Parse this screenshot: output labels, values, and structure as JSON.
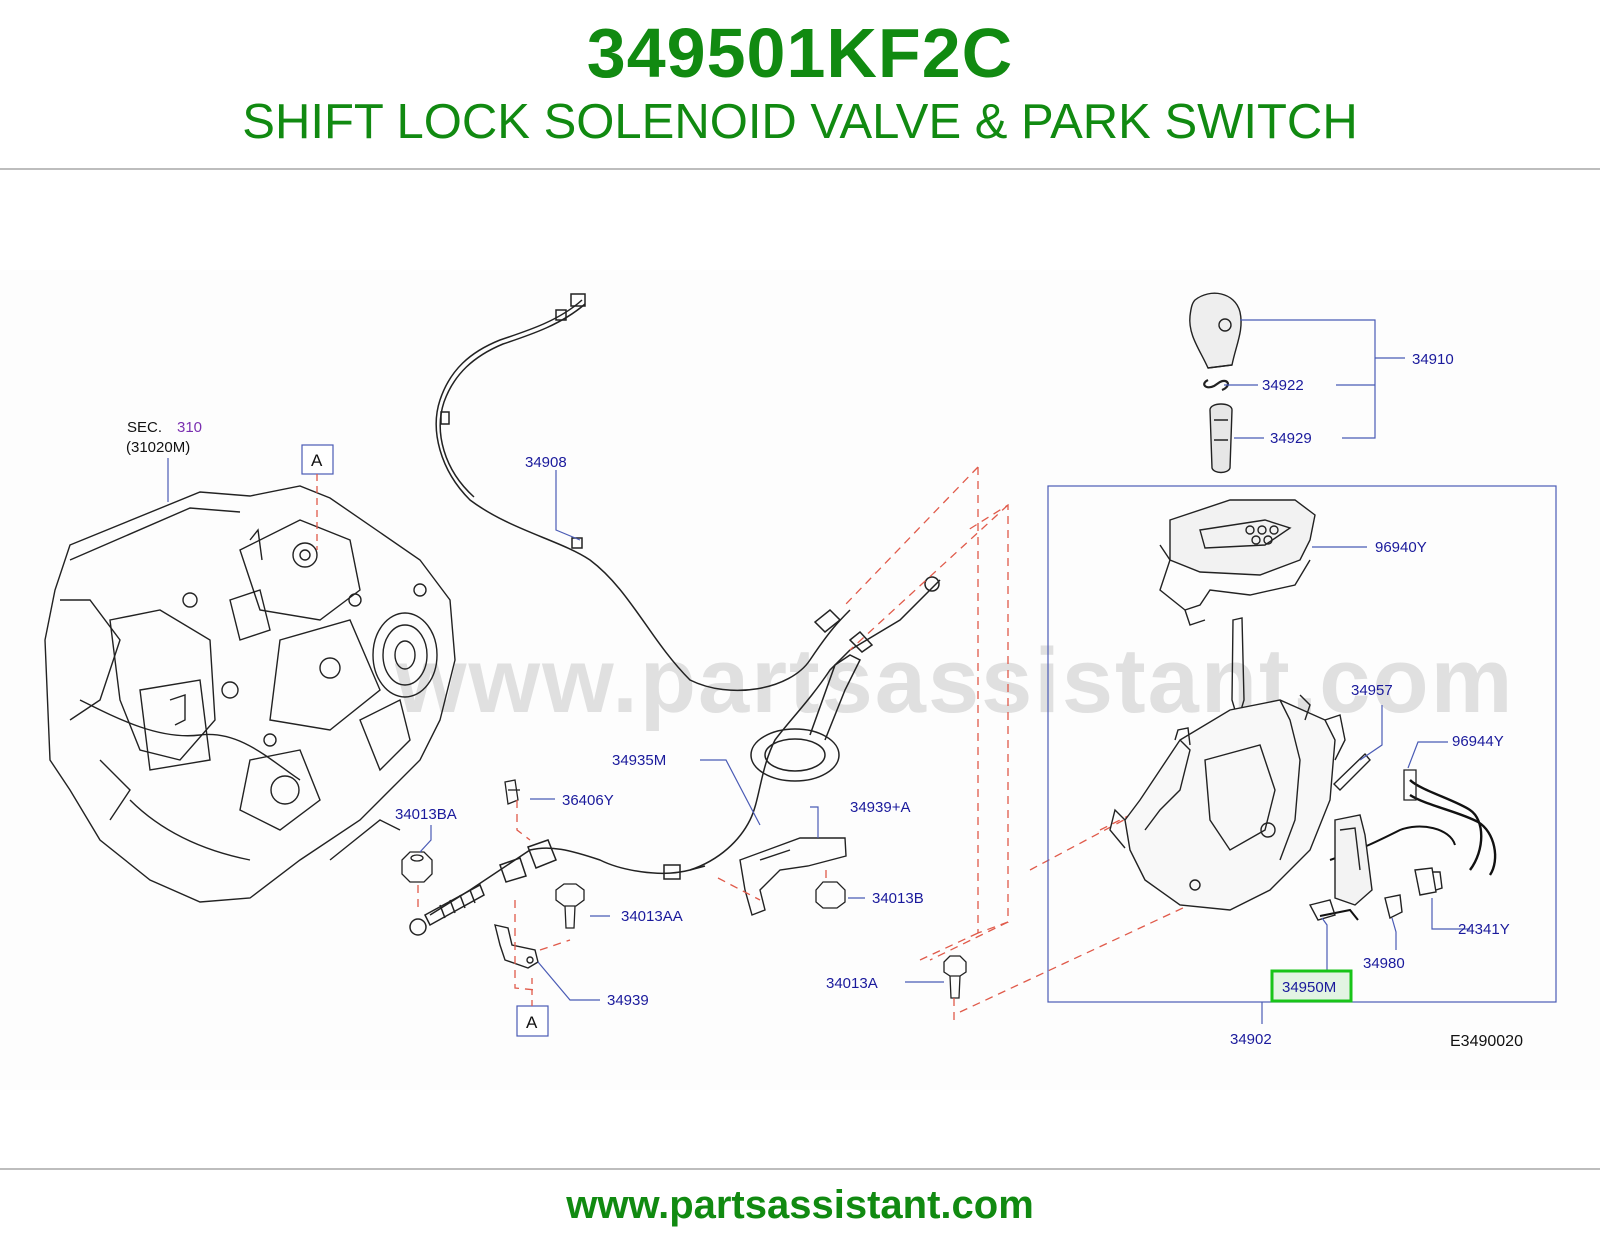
{
  "header": {
    "part_number": "349501KF2C",
    "part_title": "SHIFT LOCK SOLENOID VALVE & PARK SWITCH"
  },
  "diagram": {
    "watermark": "www.partsassistant.com",
    "section_ref": {
      "prefix": "SEC.",
      "number": "310",
      "sub": "(31020M)"
    },
    "ref_marker": "A",
    "diagram_code": "E3490020",
    "highlighted_part": "34950M",
    "callouts": {
      "c34908": "34908",
      "c34935m": "34935M",
      "c36406y": "36406Y",
      "c34013ba": "34013BA",
      "c34939a": "34939+A",
      "c34013b": "34013B",
      "c34013aa": "34013AA",
      "c34939": "34939",
      "c34013a": "34013A",
      "c34910": "34910",
      "c34922": "34922",
      "c34929": "34929",
      "c96940y": "96940Y",
      "c34957": "34957",
      "c96944y": "96944Y",
      "c24341y": "24341Y",
      "c34980": "34980",
      "c34950m": "34950M",
      "c34902": "34902"
    },
    "colors": {
      "title_green": "#118a11",
      "callout_blue": "#1a1a9c",
      "leader_blue": "#4a5bb5",
      "dash_red": "#e05a4a",
      "highlight": "#19c419"
    }
  },
  "footer": {
    "url": "www.partsassistant.com"
  }
}
